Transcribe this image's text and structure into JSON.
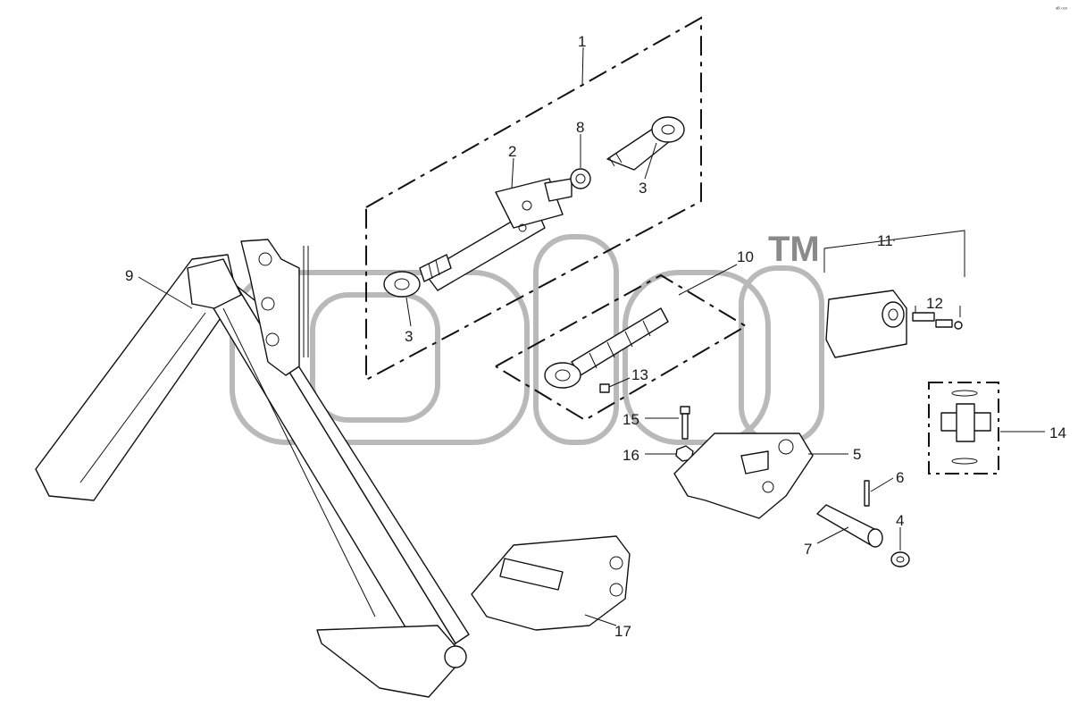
{
  "diagram": {
    "watermark_tm": "TM",
    "corner_mark": "ᵃᴮ ᵒᵒᵒ",
    "callouts": [
      "1",
      "2",
      "3",
      "3",
      "4",
      "5",
      "6",
      "7",
      "8",
      "9",
      "10",
      "11",
      "12",
      "13",
      "14",
      "15",
      "16",
      "17"
    ]
  }
}
